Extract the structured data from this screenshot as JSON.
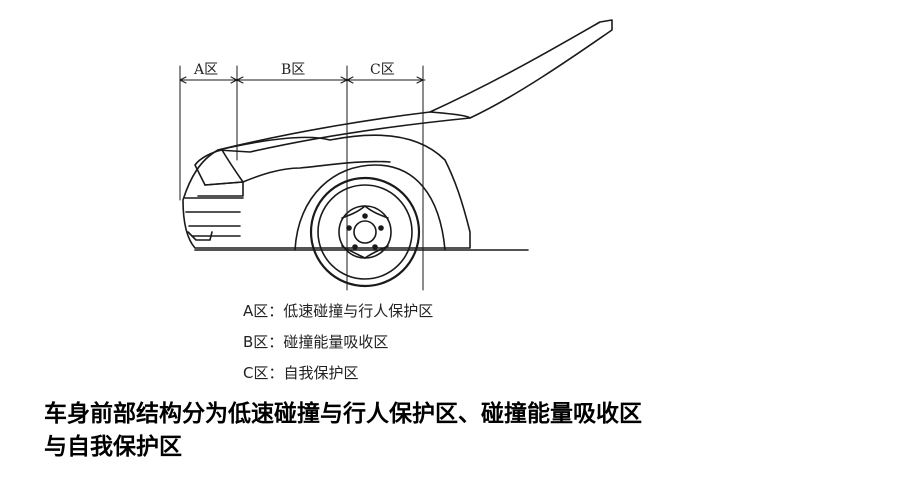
{
  "zones": [
    {
      "name": "A区",
      "description": "低速碰撞与行人保护区"
    },
    {
      "name": "B区",
      "description": "碰撞能量吸收区"
    },
    {
      "name": "C区",
      "description": "自我保护区"
    }
  ],
  "legend_separator": "：",
  "caption": {
    "line1": "车身前部结构分为低速碰撞与行人保护区、碰撞能量吸收区",
    "line2": "与自我保护区"
  }
}
